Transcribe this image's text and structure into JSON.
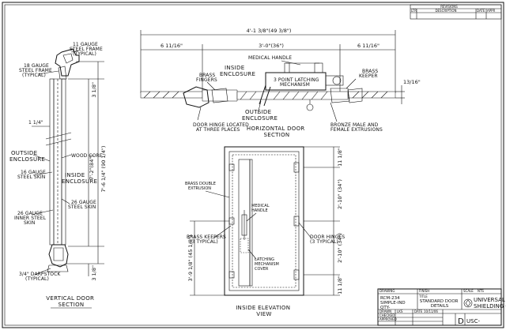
{
  "revisions": {
    "header": "REVISIONS",
    "col_ltr": "LTR",
    "col_description": "DESCRIPTION",
    "col_date": "DATE",
    "col_approved": "APPR"
  },
  "vertical_section": {
    "labels": {
      "gauge_frame": [
        "11 GAUGE",
        "STEEL FRAME",
        "(TYPICAL)"
      ],
      "gauge_steel_frame": [
        "18 GAUGE",
        "STEEL FRAME",
        "(TYPICAL)"
      ],
      "wood_core": "WOOD CORE",
      "outside_enclosure": [
        "OUTSIDE",
        "ENCLOSURE"
      ],
      "steel_skin_16": [
        "16 GAUGE",
        "STEEL SKIN"
      ],
      "inside_enclosure": [
        "INSIDE",
        "ENCLOSURE"
      ],
      "inner_skin_26": [
        "26 GAUGE",
        "INNER STEEL",
        "SKIN"
      ],
      "steel_skin_26": [
        "26 GAUGE",
        "STEEL SKIN"
      ],
      "dripstock": [
        "3/4\" DARPSTOCK",
        "(TYPICAL)"
      ]
    },
    "dims": {
      "top": "3 1/8\"",
      "middle_a": "7'-2\"(84\")",
      "middle_b": "7'-6 1/4\" (90 1/4\")",
      "bottom": "3 1/8\"",
      "side": "1 1/4\""
    },
    "title": [
      "VERTICAL DOOR",
      "SECTION"
    ]
  },
  "horizontal_section": {
    "dims": {
      "overall": "4'-1 3/8\"(49 3/8\")",
      "left": "6 11/16\"",
      "center": "3'-0\"(36\")",
      "right": "6 11/16\"",
      "thickness": "13/16\""
    },
    "labels": {
      "medical_handle": "MEDICAL HANDLE",
      "brass_fingers": [
        "BRASS",
        "FINGERS"
      ],
      "inside_enclosure": [
        "INSIDE",
        "ENCLOSURE"
      ],
      "latching": [
        "3 POINT LATCHING",
        "MECHANISM"
      ],
      "brass_keeper": [
        "BRASS",
        "KEEPER"
      ],
      "outside_enclosure": [
        "OUTSIDE",
        "ENCLOSURE"
      ],
      "door_hinge": [
        "DOOR HINGE LOCATED",
        "AT THREE PLACES"
      ],
      "bronze_extrusions": [
        "BRONZE MALE AND",
        "FEMALE EXTRUSIONS"
      ]
    },
    "title": [
      "HORIZONTAL DOOR",
      "SECTION"
    ]
  },
  "inside_elevation": {
    "labels": {
      "brass_double": [
        "BRASS DOUBLE",
        "EXTRUSION"
      ],
      "medical_handle": [
        "MEDICAL",
        "HANDLE"
      ],
      "brass_keepers": [
        "BRASS KEEPERS",
        "(3 TYPICAL)"
      ],
      "door_hinges": [
        "DOOR HINGES",
        "(3 TYPICAL)"
      ],
      "latching_cover": [
        "LATCHING",
        "MECHANISM",
        "COVER"
      ]
    },
    "dims": {
      "right_top": "11 1/8\"",
      "right_mid_a": "2'-10\" (34\")",
      "right_mid_b": "2'-10\" (34\")",
      "right_bottom": "11 1/8\"",
      "left_height": "3'-9 1/8\" (45 1/8\")"
    },
    "title": [
      "INSIDE ELEVATION",
      "VIEW"
    ]
  },
  "title_block": {
    "drawing_no_label": "DRAWING",
    "drawing_no": [
      "RCM-234",
      "SIMPLE-IND",
      "QTY-"
    ],
    "finish_label": "FINISH",
    "title_label": "TITLE",
    "title": [
      "STANDARD DOOR",
      "DETAILS"
    ],
    "scale_label": "SCALE",
    "scale": "NTS",
    "company": [
      "UNIVERSAL",
      "SHIELDING CORP."
    ],
    "drawn_label": "DRAWN",
    "drawn": "LKS",
    "date_label": "DATE",
    "date": "10/11/06",
    "checked_label": "CHECKED",
    "approved_label": "APPROVED",
    "size": "D",
    "dwg_prefix": "USC-"
  }
}
